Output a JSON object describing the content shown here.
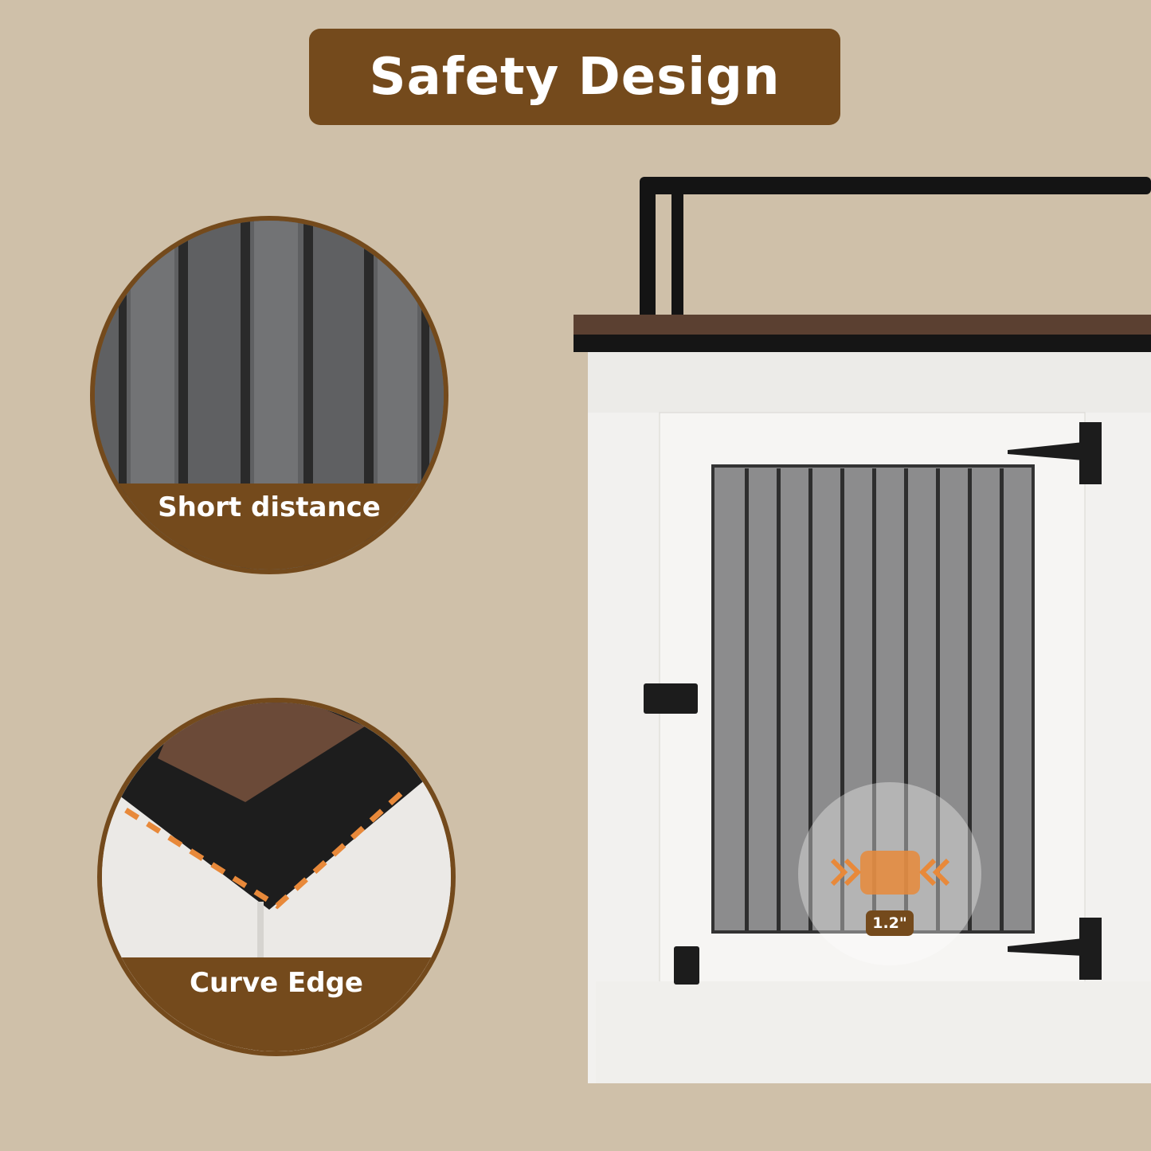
{
  "title": "Safety Design",
  "features": [
    {
      "label": "Short distance"
    },
    {
      "label": "Curve Edge"
    }
  ],
  "measurement": "1.2\"",
  "colors": {
    "background": "#cfc0a9",
    "brand_brown": "#744a1c",
    "highlight_orange": "#e8893a"
  }
}
